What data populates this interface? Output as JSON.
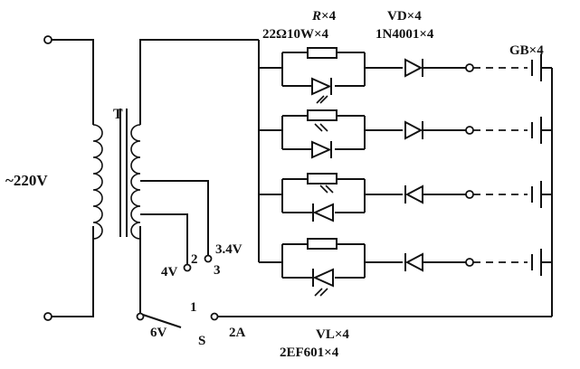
{
  "labels": {
    "mains_voltage": "~220V",
    "transformer": "T",
    "resistor_prefix": "R",
    "resistor_count": "×4",
    "resistor_spec": "22Ω10W×4",
    "diode_label": "VD×4",
    "diode_spec": "1N4001×4",
    "battery_label": "GB×4",
    "tap_4v": "4V",
    "tap_2": "2",
    "tap_3": "3",
    "tap_3_4v": "3.4V",
    "tap_6v": "6V",
    "switch_pos_1": "1",
    "switch_name": "S",
    "current_2a": "2A",
    "led_label": "VL×4",
    "led_spec": "2EF601×4"
  },
  "channels": [
    {
      "id": "ch1",
      "diode_direction": "right"
    },
    {
      "id": "ch2",
      "diode_direction": "right"
    },
    {
      "id": "ch3",
      "diode_direction": "left"
    },
    {
      "id": "ch4",
      "diode_direction": "left"
    }
  ],
  "colors": {
    "ink": "#111111",
    "paper": "#ffffff"
  }
}
